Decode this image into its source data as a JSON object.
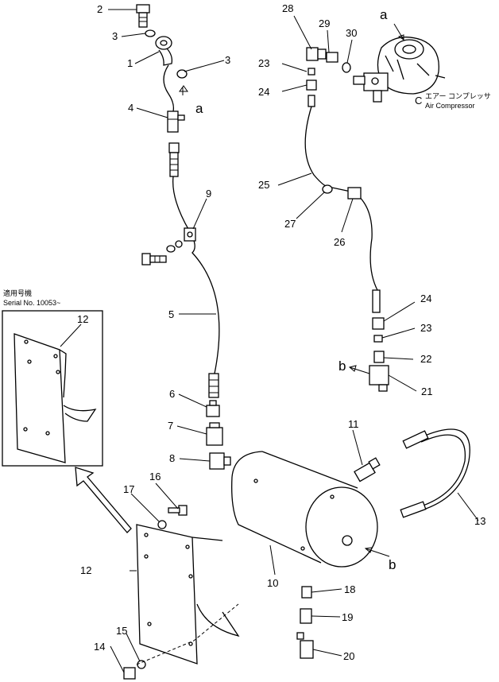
{
  "callouts": [
    "1",
    "2",
    "3",
    "3",
    "4",
    "5",
    "6",
    "7",
    "8",
    "9",
    "10",
    "11",
    "12",
    "12",
    "13",
    "14",
    "15",
    "16",
    "17",
    "18",
    "19",
    "20",
    "21",
    "22",
    "23",
    "23",
    "24",
    "24",
    "25",
    "26",
    "27",
    "28",
    "29",
    "30"
  ],
  "connection_letters": [
    "a",
    "a",
    "b",
    "b"
  ],
  "air_compressor": {
    "jp": "エアー コンプレッサ",
    "en": "Air Compressor",
    "mark": "C"
  },
  "serial_note": {
    "jp": "適用号機",
    "en": "Serial  No.  10053~"
  }
}
